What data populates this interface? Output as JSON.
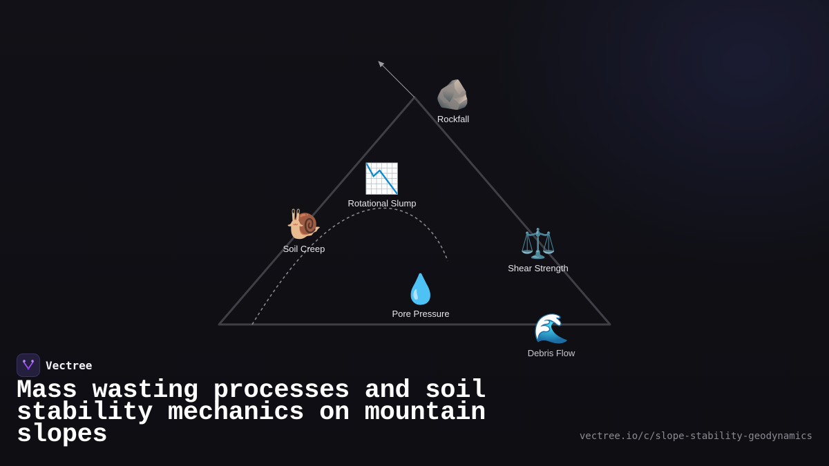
{
  "diagram": {
    "nodes": [
      {
        "id": "rockfall",
        "icon": "rock-icon",
        "glyph": "🪨",
        "label": "Rockfall"
      },
      {
        "id": "rotational-slump",
        "icon": "chart-decreasing-icon",
        "glyph": "📉",
        "label": "Rotational Slump"
      },
      {
        "id": "soil-creep",
        "icon": "snail-icon",
        "glyph": "🐌",
        "label": "Soil Creep"
      },
      {
        "id": "shear-strength",
        "icon": "balance-scale-icon",
        "glyph": "⚖️",
        "label": "Shear Strength"
      },
      {
        "id": "pore-pressure",
        "icon": "droplet-icon",
        "glyph": "💧",
        "label": "Pore Pressure"
      },
      {
        "id": "debris-flow",
        "icon": "wave-icon",
        "glyph": "🌊",
        "label": "Debris Flow"
      }
    ],
    "colors": {
      "triangle_stroke": "#3f3f46",
      "arrow": "#9a9aa2",
      "arc": "#8e8e96"
    }
  },
  "brand": {
    "name": "Vectree",
    "logo_icon": "vectree-logo-icon",
    "accent": "#a855f7"
  },
  "headline": "Mass wasting processes and soil stability mechanics on mountain slopes",
  "url": "vectree.io/c/slope-stability-geodynamics"
}
